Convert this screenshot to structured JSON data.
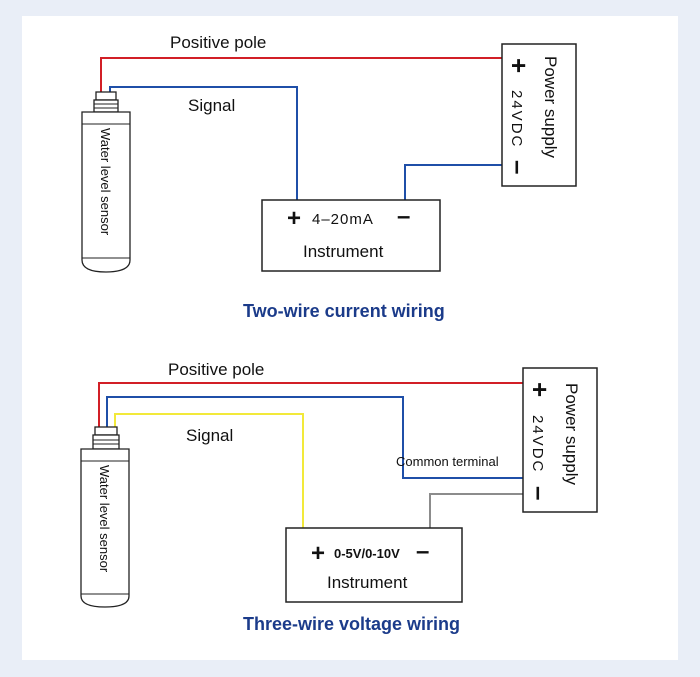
{
  "colors": {
    "positive_wire": "#d21f26",
    "signal_wire": "#1f4fa8",
    "voltage_signal_wire": "#f2e93a",
    "common_wire": "#8c8c8c",
    "title_text": "#1b3b8a"
  },
  "two_wire": {
    "positive_label": "Positive pole",
    "signal_label": "Signal",
    "sensor_label": "Water level sensor",
    "power_plus": "+",
    "power_voltage": "24VDC",
    "power_minus": "–",
    "power_label": "Power supply",
    "instrument_plus": "+",
    "instrument_range": "4–20mA",
    "instrument_minus": "–",
    "instrument_label": "Instrument",
    "title": "Two-wire current wiring"
  },
  "three_wire": {
    "positive_label": "Positive pole",
    "signal_label": "Signal",
    "common_label": "Common terminal",
    "sensor_label": "Water level sensor",
    "power_plus": "+",
    "power_voltage": "24VDC",
    "power_minus": "–",
    "power_label": "Power supply",
    "instrument_plus": "+",
    "instrument_range": "0-5V/0-10V",
    "instrument_minus": "–",
    "instrument_label": "Instrument",
    "title": "Three-wire voltage wiring"
  }
}
